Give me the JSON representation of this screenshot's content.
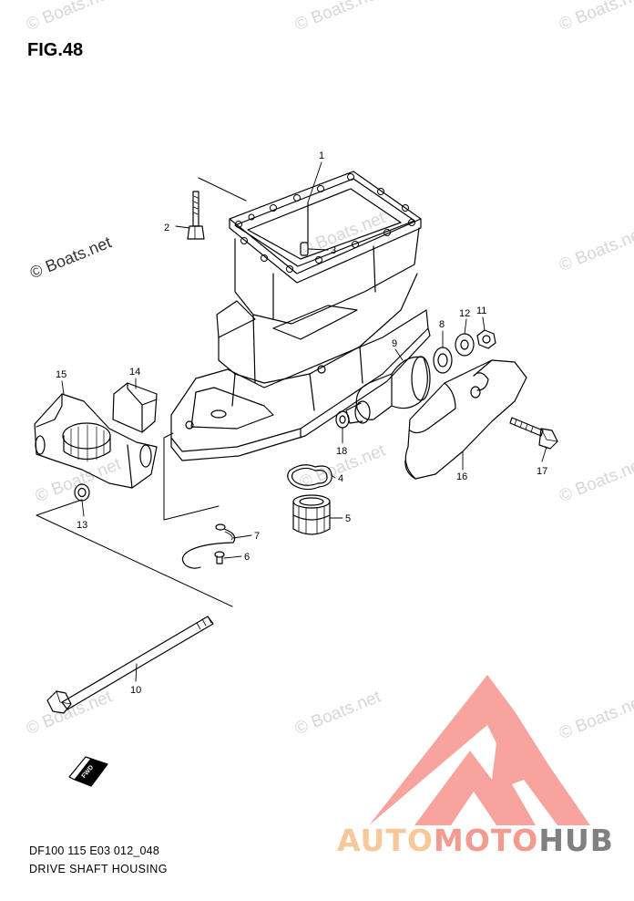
{
  "figure": {
    "title": "FIG.48"
  },
  "footer": {
    "code": "DF100 115 E03 012_048",
    "name": "DRIVE SHAFT HOUSING"
  },
  "watermark": {
    "text": "© Boats.net"
  },
  "brand": {
    "part_a": "AUTO",
    "part_b": "MOTO",
    "part_c": "HUB",
    "color_a": "#f7c99a",
    "color_b": "#f29b8e",
    "color_c": "#808080",
    "logo_color": "#f4948c"
  },
  "fwd_label": "FWD",
  "callouts": {
    "c1": "1",
    "c2": "2",
    "c3": "3",
    "c4": "4",
    "c5": "5",
    "c6": "6",
    "c7": "7",
    "c8": "8",
    "c9": "9",
    "c10": "10",
    "c11": "11",
    "c12": "12",
    "c13": "13",
    "c14": "14",
    "c15": "15",
    "c16": "16",
    "c17": "17",
    "c18": "18"
  }
}
